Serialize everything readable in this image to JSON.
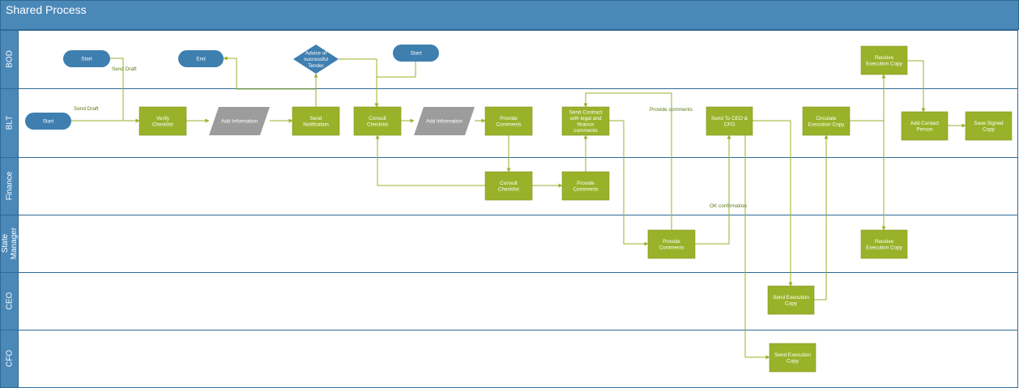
{
  "title": "Shared Process",
  "colors": {
    "header": "#4a88b8",
    "lane_header": "#4a88b8",
    "lane_border": "#2f6a96",
    "process": "#9ab22a",
    "terminator": "#3f7fb0",
    "data": "#9c9c9c",
    "decision": "#3f7fb0",
    "connector": "#9ab22a"
  },
  "lanes": [
    {
      "id": "bod",
      "label": "BOD"
    },
    {
      "id": "blt",
      "label": "BLT"
    },
    {
      "id": "finance",
      "label": "Finance"
    },
    {
      "id": "state",
      "label": "State Manager"
    },
    {
      "id": "ceo",
      "label": "CEO"
    },
    {
      "id": "cfo",
      "label": "CFO"
    }
  ],
  "nodes": [
    {
      "id": "start-bod",
      "type": "terminator",
      "text": "Start"
    },
    {
      "id": "end-bod",
      "type": "terminator",
      "text": "End"
    },
    {
      "id": "advice-decision",
      "type": "decision",
      "text": "Advice of successful Tender"
    },
    {
      "id": "start-bod-2",
      "type": "terminator",
      "text": "Start"
    },
    {
      "id": "receive-exec-bod",
      "type": "process",
      "text": "Receive Execution Copy"
    },
    {
      "id": "start-blt",
      "type": "terminator",
      "text": "Start"
    },
    {
      "id": "verify-checklist",
      "type": "process",
      "text": "Verify Checklist"
    },
    {
      "id": "add-info-1",
      "type": "data",
      "text": "Add Information"
    },
    {
      "id": "send-notification",
      "type": "process",
      "text": "Send Notification"
    },
    {
      "id": "consult-checklist-blt",
      "type": "process",
      "text": "Consult Checklist"
    },
    {
      "id": "add-info-2",
      "type": "data",
      "text": "Add Information"
    },
    {
      "id": "provide-comments-blt",
      "type": "process",
      "text": "Provide Comments"
    },
    {
      "id": "send-contract",
      "type": "process",
      "text": "Send Contract with legal and finance comments"
    },
    {
      "id": "send-ceo-cfo",
      "type": "process",
      "text": "Send To CEO  &  CFO"
    },
    {
      "id": "circulate-exec",
      "type": "process",
      "text": "Circulate Execution Copy"
    },
    {
      "id": "add-contact",
      "type": "process",
      "text": "Add Contact Person"
    },
    {
      "id": "save-signed",
      "type": "process",
      "text": "Save Signed Copy"
    },
    {
      "id": "consult-checklist-fin",
      "type": "process",
      "text": "Consult Checklist"
    },
    {
      "id": "provide-comments-fin",
      "type": "process",
      "text": "Provide Comments"
    },
    {
      "id": "provide-comments-state",
      "type": "process",
      "text": "Provide Comments"
    },
    {
      "id": "receive-exec-state",
      "type": "process",
      "text": "Receive Execution Copy"
    },
    {
      "id": "send-exec-ceo",
      "type": "process",
      "text": "Send Execution Copy"
    },
    {
      "id": "send-exec-cfo",
      "type": "process",
      "text": "Send Execution Copy"
    }
  ],
  "edges": [
    {
      "id": "e1",
      "from": "start-bod",
      "to": "verify-checklist",
      "label": "Send Draft"
    },
    {
      "id": "e2",
      "from": "start-blt",
      "to": "verify-checklist",
      "label": "Send Draft"
    },
    {
      "id": "e3",
      "from": "verify-checklist",
      "to": "add-info-1",
      "label": ""
    },
    {
      "id": "e4",
      "from": "add-info-1",
      "to": "send-notification",
      "label": ""
    },
    {
      "id": "e5",
      "from": "send-notification",
      "to": "advice-decision",
      "label": ""
    },
    {
      "id": "e6",
      "from": "send-notification",
      "to": "end-bod",
      "label": ""
    },
    {
      "id": "e7",
      "from": "advice-decision",
      "to": "consult-checklist-blt",
      "label": ""
    },
    {
      "id": "e8",
      "from": "start-bod-2",
      "to": "consult-checklist-blt",
      "label": ""
    },
    {
      "id": "e9",
      "from": "consult-checklist-blt",
      "to": "add-info-2",
      "label": ""
    },
    {
      "id": "e10",
      "from": "add-info-2",
      "to": "provide-comments-blt",
      "label": ""
    },
    {
      "id": "e11",
      "from": "provide-comments-blt",
      "to": "consult-checklist-fin",
      "label": ""
    },
    {
      "id": "e12",
      "from": "consult-checklist-fin",
      "to": "consult-checklist-blt",
      "label": ""
    },
    {
      "id": "e13",
      "from": "consult-checklist-fin",
      "to": "provide-comments-fin",
      "label": ""
    },
    {
      "id": "e14",
      "from": "provide-comments-fin",
      "to": "send-contract",
      "label": ""
    },
    {
      "id": "e15",
      "from": "send-contract",
      "to": "provide-comments-state",
      "label": ""
    },
    {
      "id": "e16",
      "from": "provide-comments-state",
      "to": "send-contract",
      "label": "Provide comments"
    },
    {
      "id": "e17",
      "from": "provide-comments-state",
      "to": "send-ceo-cfo",
      "label": "OK confirmation"
    },
    {
      "id": "e18",
      "from": "send-ceo-cfo",
      "to": "send-exec-ceo",
      "label": ""
    },
    {
      "id": "e19",
      "from": "send-ceo-cfo",
      "to": "send-exec-cfo",
      "label": ""
    },
    {
      "id": "e20",
      "from": "send-exec-ceo",
      "to": "circulate-exec",
      "label": ""
    },
    {
      "id": "e21",
      "from": "circulate-exec",
      "to": "receive-exec-bod",
      "label": ""
    },
    {
      "id": "e22",
      "from": "circulate-exec",
      "to": "receive-exec-state",
      "label": ""
    },
    {
      "id": "e23",
      "from": "receive-exec-bod",
      "to": "add-contact",
      "label": ""
    },
    {
      "id": "e24",
      "from": "add-contact",
      "to": "save-signed",
      "label": ""
    }
  ]
}
